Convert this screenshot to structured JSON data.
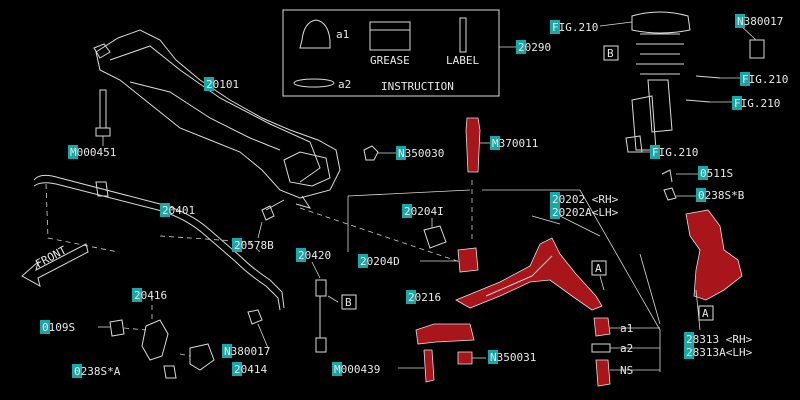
{
  "diagram": {
    "parts": {
      "p20101": "20101",
      "m000451": "M000451",
      "n350030": "N350030",
      "m370011": "M370011",
      "p20401": "20401",
      "p20578b": "20578B",
      "p20204i": "20204I",
      "p20204d": "20204D",
      "p20420": "20420",
      "p20416": "20416",
      "p0109s": "0109S",
      "n380017_lower": "N380017",
      "p0238s_a": "0238S*A",
      "p20414": "20414",
      "p20216": "20216",
      "m000439": "M000439",
      "n350031": "N350031",
      "p20202": "20202 <RH>",
      "p20202a": "20202A<LH>",
      "p28313": "28313 <RH>",
      "p28313a": "28313A<LH>",
      "p0511s": "0511S",
      "p0238s_b": "0238S*B",
      "p20290": "20290",
      "fig210_1": "FIG.210",
      "fig210_2": "FIG.210",
      "fig210_3": "FIG.210",
      "fig210_4": "FIG.210",
      "n380017_top": "N380017"
    },
    "instruction_box": {
      "a1": "a1",
      "a2": "a2",
      "grease": "GREASE",
      "label": "LABEL",
      "instruction": "INSTRUCTION"
    },
    "front_arrow": "FRONT",
    "ref_tags": {
      "a_upper": "A",
      "a_lower": "A",
      "b_left": "B",
      "b_right": "B"
    },
    "callouts": {
      "a1": "a1",
      "a2": "a2",
      "ns": "NS"
    },
    "colors": {
      "background": "#000000",
      "line": "#d9d9d9",
      "part_number_tag": "#1aa7a7",
      "highlight": "#a8151b"
    }
  }
}
